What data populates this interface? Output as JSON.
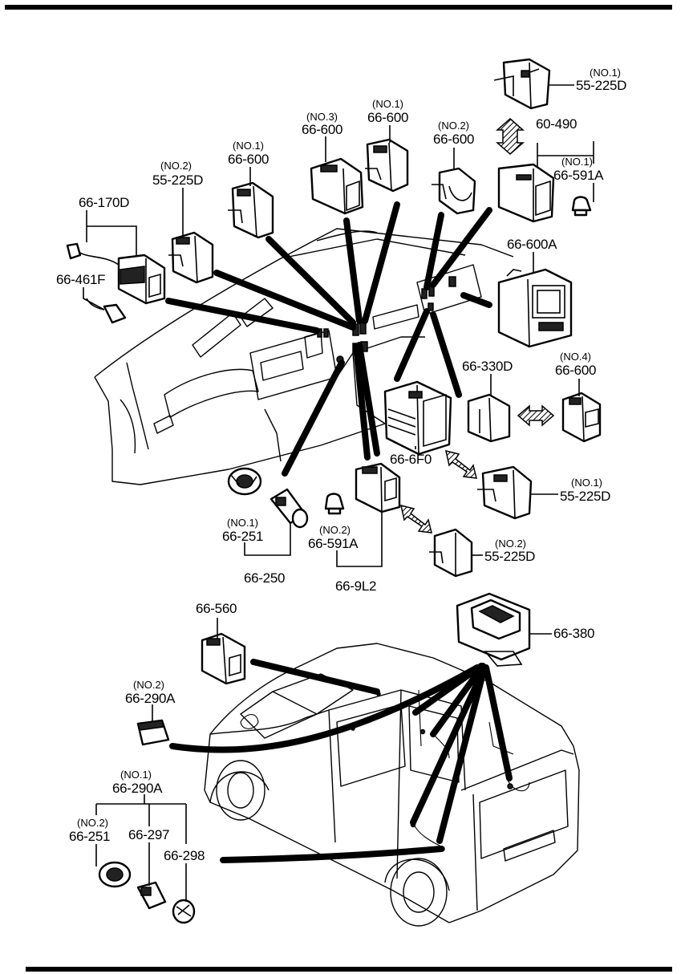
{
  "labels": {
    "no1_55225d_top": {
      "sub": "(NO.1)",
      "num": "55-225D"
    },
    "p60490": {
      "num": "60-490"
    },
    "no1_66591a": {
      "sub": "(NO.1)",
      "num": "66-591A"
    },
    "no3_66600": {
      "sub": "(NO.3)",
      "num": "66-600"
    },
    "no1_66600_mid": {
      "sub": "(NO.1)",
      "num": "66-600"
    },
    "no2_66600": {
      "sub": "(NO.2)",
      "num": "66-600"
    },
    "no1_66600_left": {
      "sub": "(NO.1)",
      "num": "66-600"
    },
    "no2_55225d_left": {
      "sub": "(NO.2)",
      "num": "55-225D"
    },
    "p66170d": {
      "num": "66-170D"
    },
    "p66461f": {
      "num": "66-461F"
    },
    "p66600a": {
      "num": "66-600A"
    },
    "p66330d": {
      "num": "66-330D"
    },
    "no4_66600": {
      "sub": "(NO.4)",
      "num": "66-600"
    },
    "p666f0": {
      "num": "66-6F0"
    },
    "no1_55225d_right": {
      "sub": "(NO.1)",
      "num": "55-225D"
    },
    "no1_66251": {
      "sub": "(NO.1)",
      "num": "66-251"
    },
    "p66250": {
      "num": "66-250"
    },
    "no2_66591a": {
      "sub": "(NO.2)",
      "num": "66-591A"
    },
    "p669l2": {
      "num": "66-9L2"
    },
    "no2_55225d_lower": {
      "sub": "(NO.2)",
      "num": "55-225D"
    },
    "p66560": {
      "num": "66-560"
    },
    "p66380": {
      "num": "66-380"
    },
    "no2_66290a": {
      "sub": "(NO.2)",
      "num": "66-290A"
    },
    "no1_66290a": {
      "sub": "(NO.1)",
      "num": "66-290A"
    },
    "no2_66251": {
      "sub": "(NO.2)",
      "num": "66-251"
    },
    "p66297": {
      "num": "66-297"
    },
    "p66298": {
      "num": "66-298"
    }
  }
}
